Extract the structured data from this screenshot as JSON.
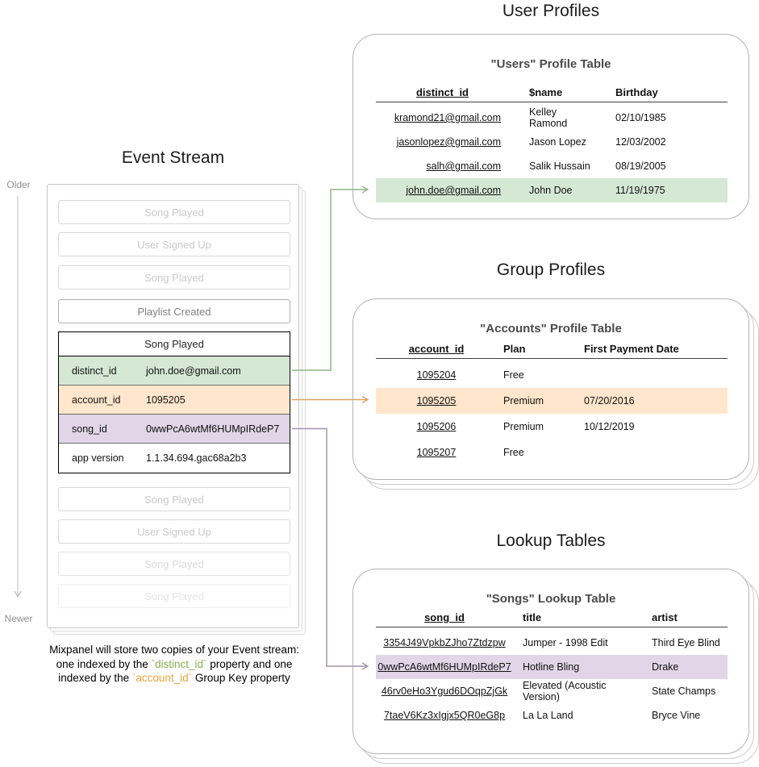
{
  "sections": {
    "event_stream_title": "Event Stream",
    "user_profiles_title": "User Profiles",
    "group_profiles_title": "Group Profiles",
    "lookup_tables_title": "Lookup Tables"
  },
  "timeline": {
    "older": "Older",
    "newer": "Newer"
  },
  "event_stream": {
    "events_before": [
      {
        "label": "Song Played"
      },
      {
        "label": "User Signed Up"
      },
      {
        "label": "Song Played"
      },
      {
        "label": "Playlist Created"
      }
    ],
    "event_card": {
      "title": "Song Played",
      "rows": [
        {
          "key": "distinct_id",
          "value": "john.doe@gmail.com",
          "highlight": "green"
        },
        {
          "key": "account_id",
          "value": "1095205",
          "highlight": "orange"
        },
        {
          "key": "song_id",
          "value": "0wwPcA6wtMf6HUMpIRdeP7",
          "highlight": "purple"
        },
        {
          "key": "app version",
          "value": "1.1.34.694.gac68a2b3",
          "highlight": "none"
        }
      ]
    },
    "events_after": [
      {
        "label": "Song Played"
      },
      {
        "label": "User Signed Up"
      },
      {
        "label": "Song Played"
      },
      {
        "label": "Song Played"
      }
    ]
  },
  "caption": {
    "line1": "Mixpanel will store two copies of your Event stream:",
    "line2_pre": "one indexed by the ",
    "line2_code": "`distinct_id`",
    "line2_post": " property and one",
    "line3_pre": "indexed by the ",
    "line3_code": "`account_id`",
    "line3_post": " Group Key property"
  },
  "users_table": {
    "card_title": "\"Users\" Profile Table",
    "columns": [
      "distinct_id",
      "$name",
      "Birthday"
    ],
    "rows": [
      {
        "distinct_id": "kramond21@gmail.com",
        "name": "Kelley Ramond",
        "birthday": "02/10/1985",
        "highlight": false
      },
      {
        "distinct_id": "jasonlopez@gmail.com",
        "name": "Jason Lopez",
        "birthday": "12/03/2002",
        "highlight": false
      },
      {
        "distinct_id": "salh@gmail.com",
        "name": "Salik Hussain",
        "birthday": "08/19/2005",
        "highlight": false
      },
      {
        "distinct_id": "john.doe@gmail.com",
        "name": "John Doe",
        "birthday": "11/19/1975",
        "highlight": true
      }
    ]
  },
  "accounts_table": {
    "card_title": "\"Accounts\" Profile Table",
    "columns": [
      "account_id",
      "Plan",
      "First Payment Date"
    ],
    "rows": [
      {
        "account_id": "1095204",
        "plan": "Free",
        "first_payment": "",
        "highlight": false
      },
      {
        "account_id": "1095205",
        "plan": "Premium",
        "first_payment": "07/20/2016",
        "highlight": true
      },
      {
        "account_id": "1095206",
        "plan": "Premium",
        "first_payment": "10/12/2019",
        "highlight": false
      },
      {
        "account_id": "1095207",
        "plan": "Free",
        "first_payment": "",
        "highlight": false
      }
    ]
  },
  "songs_table": {
    "card_title": "\"Songs\" Lookup Table",
    "columns": [
      "song_id",
      "title",
      "artist"
    ],
    "rows": [
      {
        "song_id": "3354J49VpkbZJho7Ztdzpw",
        "title": "Jumper - 1998 Edit",
        "artist": "Third Eye Blind",
        "highlight": false
      },
      {
        "song_id": "0wwPcA6wtMf6HUMpIRdeP7",
        "title": "Hotline Bling",
        "artist": "Drake",
        "highlight": true
      },
      {
        "song_id": "46rv0eHo3Ygud6DOqpZjGk",
        "title": "Elevated (Acoustic Version)",
        "artist": "State Champs",
        "highlight": false
      },
      {
        "song_id": "7taeV6Kz3xIgjx5QR0eG8p",
        "title": "La La Land",
        "artist": "Bryce Vine",
        "highlight": false
      }
    ]
  },
  "colors": {
    "green_highlight": "#d5e8d4",
    "orange_highlight": "#ffe6cc",
    "purple_highlight": "#e1d5e7",
    "green_connector": "#94b487",
    "orange_connector": "#dba35f",
    "purple_connector": "#a096ab",
    "caption_green": "#84b14d",
    "caption_orange": "#eba23a"
  }
}
